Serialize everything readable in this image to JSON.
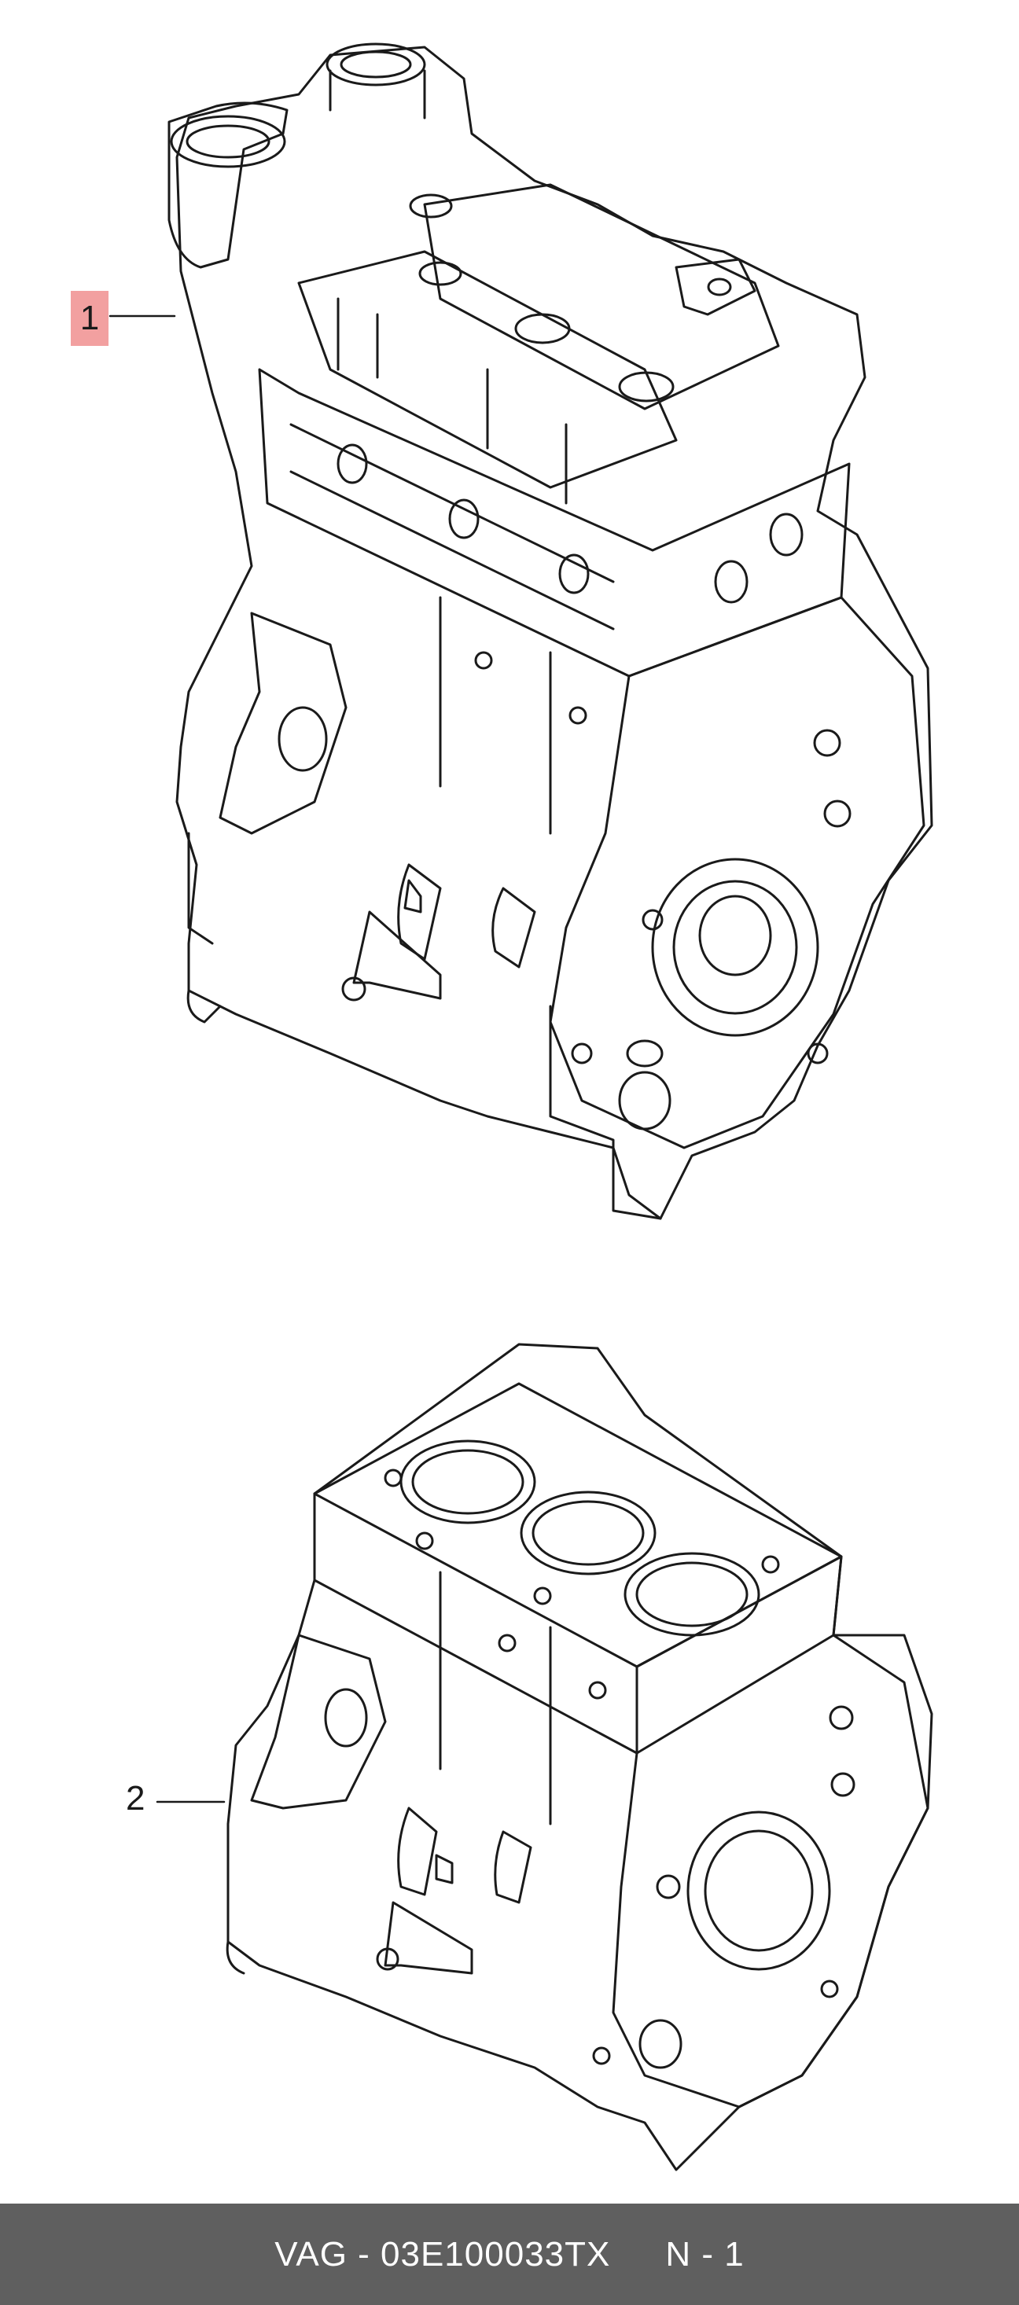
{
  "diagram": {
    "callouts": [
      {
        "number": "1",
        "highlighted": true
      },
      {
        "number": "2",
        "highlighted": false
      }
    ]
  },
  "footer": {
    "part_number": "VAG - 03E100033TX",
    "page_label": "N - 1"
  },
  "colors": {
    "line": "#1a1a1a",
    "background": "#ffffff",
    "highlight": "#f2a0a0",
    "footer_bg": "#5f5f5f",
    "footer_text": "#ffffff"
  }
}
